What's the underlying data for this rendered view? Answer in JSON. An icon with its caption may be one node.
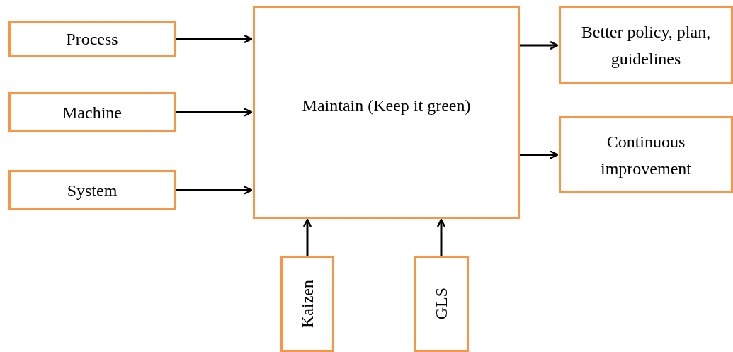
{
  "diagram": {
    "nodes": [
      {
        "text": [
          "Process"
        ]
      },
      {
        "text": [
          "Machine"
        ]
      },
      {
        "text": [
          "System"
        ]
      },
      {
        "text": [
          "Maintain (Keep it green)"
        ]
      },
      {
        "text": [
          "Better policy, plan, guidelines"
        ]
      },
      {
        "text": [
          "Continuous improvement"
        ]
      },
      {
        "text": [
          "Kaizen"
        ]
      },
      {
        "text": [
          "GLS"
        ]
      }
    ],
    "edges": [
      {
        "from": 0,
        "to": 3,
        "arrow": "to"
      },
      {
        "from": 1,
        "to": 3,
        "arrow": "to"
      },
      {
        "from": 2,
        "to": 3,
        "arrow": "to"
      },
      {
        "from": 3,
        "to": 4,
        "arrow": "to"
      },
      {
        "from": 3,
        "to": 5,
        "arrow": "to"
      },
      {
        "from": 6,
        "to": 3,
        "arrow": "to"
      },
      {
        "from": 7,
        "to": 3,
        "arrow": "to"
      }
    ]
  }
}
